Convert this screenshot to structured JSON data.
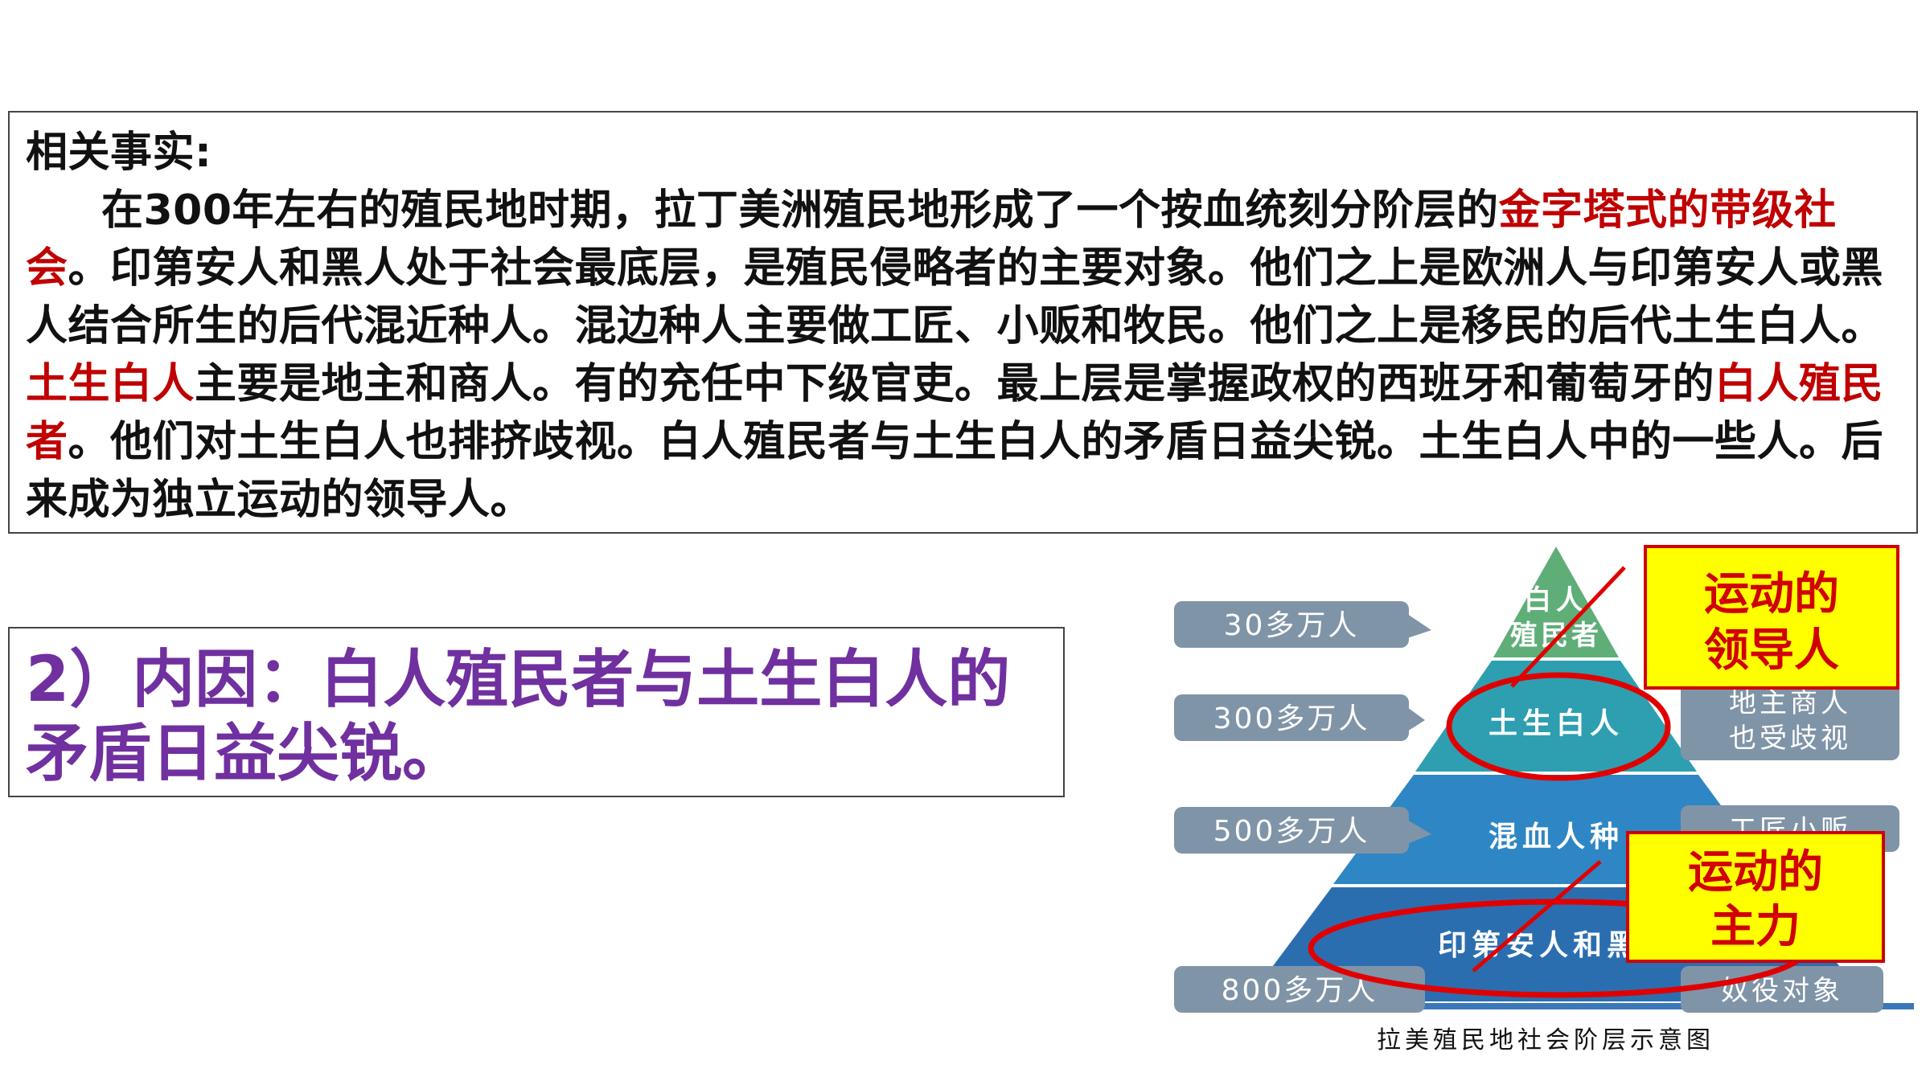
{
  "facts": {
    "heading": "相关事实:",
    "p1_a": "在300年左右的殖民地时期，拉丁美洲殖民地形成了一个按血统刻分阶层的",
    "p1_hl": "金字塔式的带级社会",
    "p1_b": "。印第安人和黑人处于社会最底层，是殖民侵略者的主要对象。他们之上是欧洲人与印第安人或黑人结合所生的后代混近种人。混边种人主要做工匠、小贩和牧民。他们之上是移民的后代土生白人。",
    "p1_hl2": "土生白人",
    "p1_c": "主要是地主和商人。有的充任中下级官吏。最上层是掌握政权的西班牙和葡萄牙的",
    "p1_hl3": "白人殖民者",
    "p1_d": "。他们对土生白人也排挤歧视。白人殖民者与土生白人的矛盾日益尖锐。土生白人中的一些人。后来成为独立运动的领导人。"
  },
  "cause": {
    "text": "2）内因：白人殖民者与土生白人的矛盾日益尖锐。"
  },
  "pyramid": {
    "caption": "拉美殖民地社会阶层示意图",
    "tiers": [
      {
        "label": "白人殖民者",
        "label_line1": "白人",
        "label_line2": "殖民者",
        "pop": "30多万人",
        "color": "#5fae78"
      },
      {
        "label": "土生白人",
        "pop": "300多万人",
        "note_line1": "地主商人",
        "note_line2": "也受歧视",
        "color": "#2e9fb0"
      },
      {
        "label": "混血人种",
        "label_visible": "混血人种",
        "pop": "500多万人",
        "note": "工匠小贩",
        "color": "#2f86c4"
      },
      {
        "label": "印第安人和黑人",
        "label_visible": "印第安人和黑人",
        "pop": "800多万人",
        "note": "奴役对象",
        "color": "#2b6eb0"
      }
    ],
    "callout_leaders_line1": "运动的",
    "callout_leaders_line2": "领导人",
    "callout_main_line1": "运动的",
    "callout_main_line2": "主力",
    "colors": {
      "callout_bg": "#ffff00",
      "callout_border": "#d00000",
      "callout_text": "#d00000",
      "tag_bg": "#8094a8",
      "tag_text": "#ffffff"
    }
  }
}
